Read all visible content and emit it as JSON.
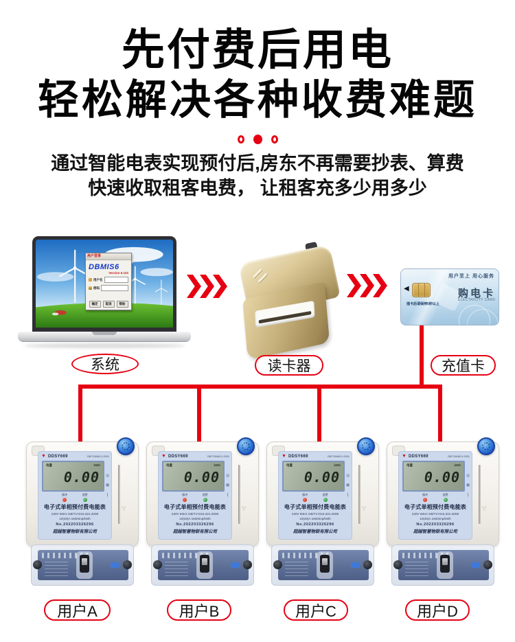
{
  "accent_color": "#e60012",
  "header": {
    "title_line1": "先付费后用电",
    "title_line2": "轻松解决各种收费难题",
    "subtitle_line1": "通过智能电表实现预付后,房东不再需要抄表、算费",
    "subtitle_line2": "快速收取租客电费， 让租客充多少用多少"
  },
  "flow": {
    "system": {
      "label": "系统"
    },
    "reader": {
      "label": "读卡器"
    },
    "card": {
      "label": "充值卡",
      "slogan": "用户至上  用心服务",
      "title": "购电卡",
      "title_en": "ELECTRICITY CARD",
      "chip_note": "插卡后请保持5秒以上"
    },
    "laptop_dialog": {
      "titlebar": "用户登录",
      "app_name": "DBMIS6",
      "version": "Version 6.102",
      "field1_label": "用户名",
      "field2_label": "密码",
      "buttons": [
        "确定",
        "取消",
        "帮助"
      ]
    }
  },
  "meter": {
    "model": "DDSY669",
    "standard": "GB/T18460.3-2001",
    "lcd_label": "电量",
    "lcd_unit": "kWh",
    "lcd_value": "0.00",
    "led1_label": "脉冲",
    "led2_label": "报警",
    "name": "电子式单相预付费电能表",
    "spec1": "220V  50Hz  GB/T17215.321-2008",
    "spec2": "10(40)A    1600imp/kWh",
    "serial": "No.202203326296",
    "company": "超越智慧物联有限公司"
  },
  "users": [
    {
      "label": "用户A"
    },
    {
      "label": "用户B"
    },
    {
      "label": "用户C"
    },
    {
      "label": "用户D"
    }
  ],
  "icons": {
    "brand_logo": "▼",
    "lcd_icon1": "◎",
    "lcd_icon2": "⊠",
    "lcd_icon3": "❘",
    "slot_arrow": "▽",
    "insert_arrow": "◀"
  }
}
